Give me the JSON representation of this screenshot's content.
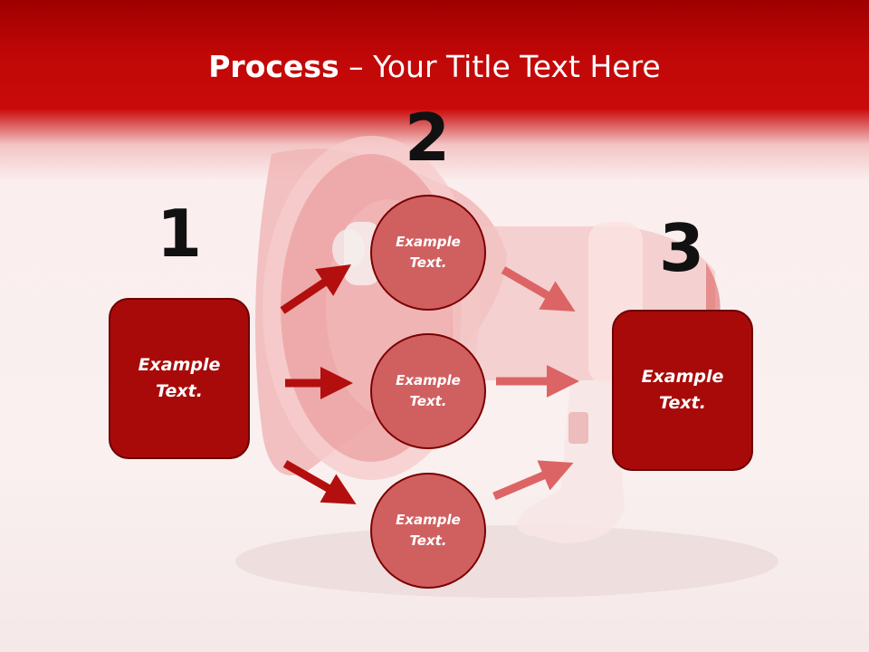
{
  "title": {
    "bold": "Process",
    "rest": " – Your Title Text Here"
  },
  "steps": [
    "1",
    "2",
    "3"
  ],
  "left_box": {
    "text": "Example Text."
  },
  "circles": [
    {
      "text": "Example Text."
    },
    {
      "text": "Example Text."
    },
    {
      "text": "Example Text."
    }
  ],
  "right_box": {
    "text": "Example Text."
  },
  "colors": {
    "header_red": "#c00707",
    "box_fill": "#a80a0a",
    "circle_fill": "#d06060",
    "arrow_dark": "#b30f0f",
    "arrow_light": "#dc6464"
  },
  "icons": [
    "megaphone-illustration"
  ]
}
